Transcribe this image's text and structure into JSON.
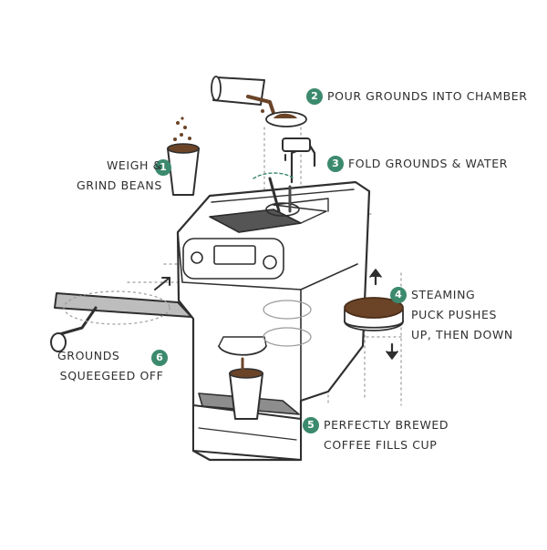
{
  "colors": {
    "ink": "#2f2f2f",
    "badge": "#3c8a6e",
    "coffee": "#6b4428",
    "coffee_dark": "#4a2d18",
    "guide": "#9a9a9a"
  },
  "steps": [
    {
      "number": "1",
      "lines": [
        "WEIGH &",
        "GRIND BEANS"
      ]
    },
    {
      "number": "2",
      "lines": [
        "POUR GROUNDS INTO CHAMBER"
      ]
    },
    {
      "number": "3",
      "lines": [
        "FOLD GROUNDS & WATER"
      ]
    },
    {
      "number": "4",
      "lines": [
        "STEAMING",
        "PUCK PUSHES",
        "UP, THEN DOWN"
      ]
    },
    {
      "number": "5",
      "lines": [
        "PERFECTLY BREWED",
        "COFFEE FILLS CUP"
      ]
    },
    {
      "number": "6",
      "lines": [
        "GROUNDS",
        "SQUEEGEED OFF"
      ]
    }
  ],
  "icons": {
    "machine": "coffee-brewer",
    "cup": "bean-cup",
    "jar": "grounds-jar",
    "faucet": "water-faucet",
    "puck": "coffee-puck",
    "squeegee": "squeegee-arm",
    "mug": "coffee-mug"
  }
}
